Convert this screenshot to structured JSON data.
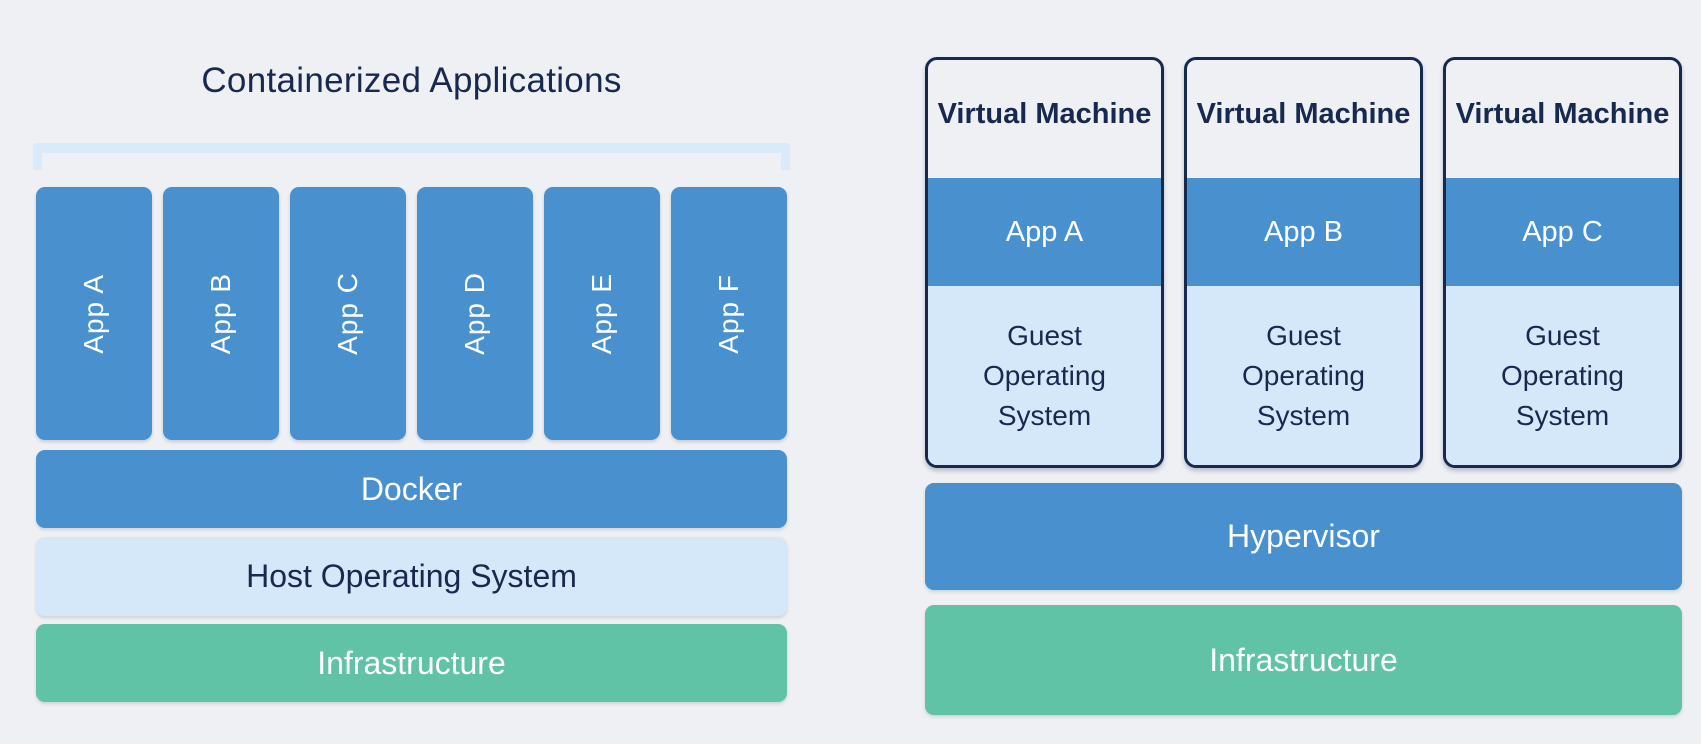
{
  "colors": {
    "background": "#eef0f3",
    "blue": "#4890ce",
    "light_blue": "#d5e8f9",
    "green": "#61c3a6",
    "navy": "#17294e",
    "bracket": "#d9eafb"
  },
  "left": {
    "title": "Containerized Applications",
    "apps": [
      "App A",
      "App B",
      "App C",
      "App D",
      "App E",
      "App F"
    ],
    "layers": [
      {
        "label": "Docker",
        "style": "blue"
      },
      {
        "label": "Host Operating System",
        "style": "light"
      },
      {
        "label": "Infrastructure",
        "style": "green"
      }
    ]
  },
  "right": {
    "vms": [
      {
        "title": "Virtual Machine",
        "app": "App A",
        "os": "Guest Operating System"
      },
      {
        "title": "Virtual Machine",
        "app": "App B",
        "os": "Guest Operating System"
      },
      {
        "title": "Virtual Machine",
        "app": "App C",
        "os": "Guest Operating System"
      }
    ],
    "layers": [
      {
        "label": "Hypervisor",
        "style": "blue"
      },
      {
        "label": "Infrastructure",
        "style": "green"
      }
    ]
  }
}
